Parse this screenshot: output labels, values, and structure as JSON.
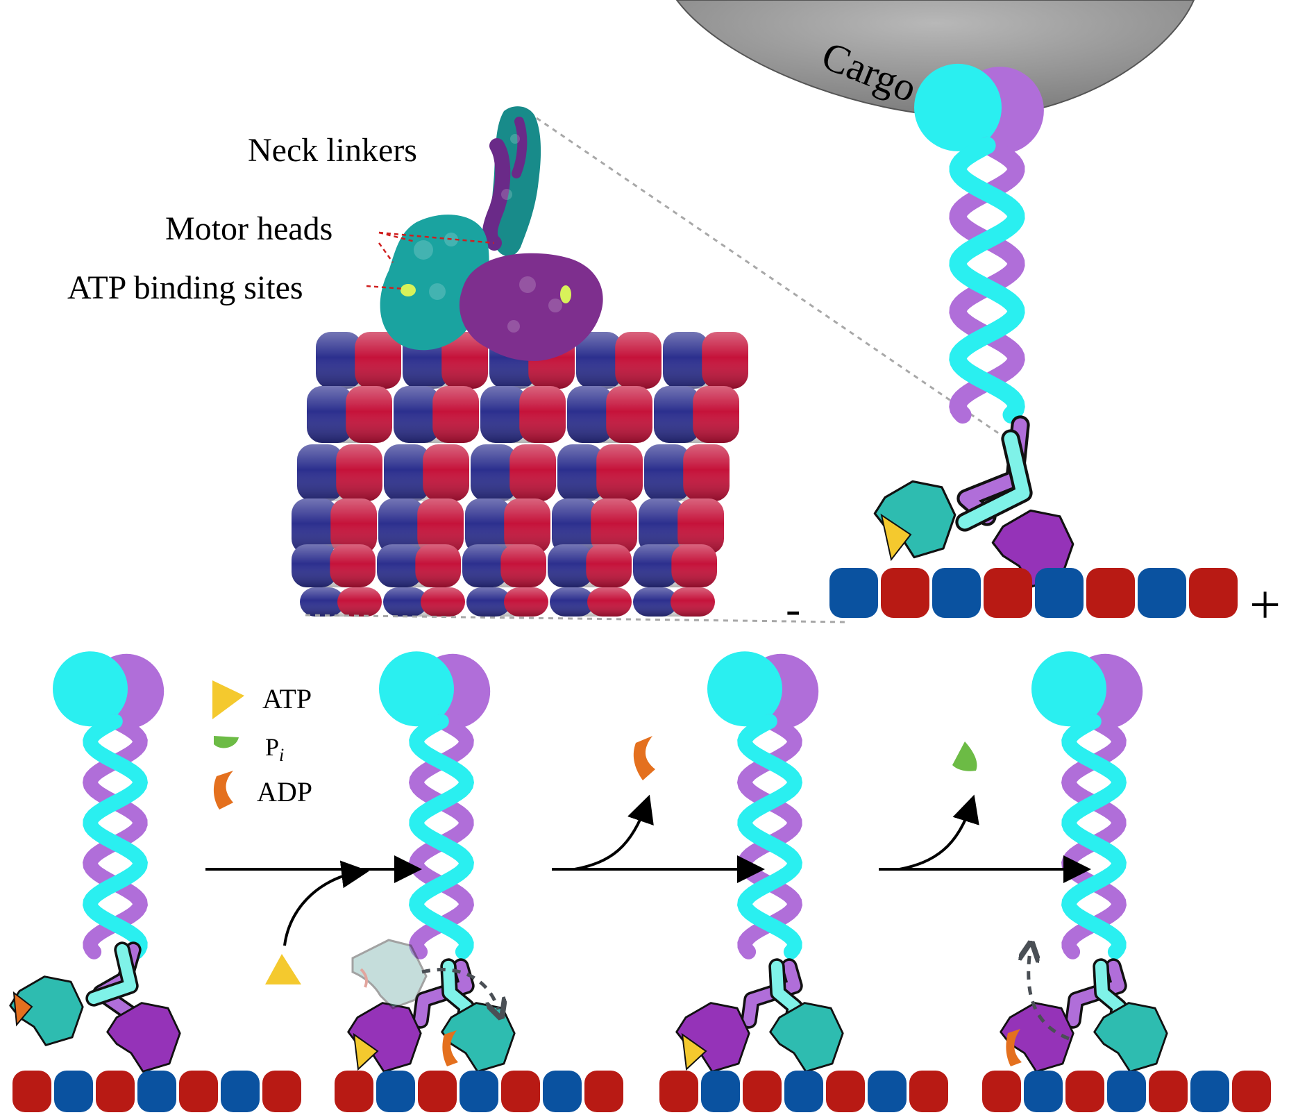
{
  "cargo": {
    "label": "Cargo"
  },
  "structure_labels": {
    "neck_linkers": "Neck linkers",
    "motor_heads": "Motor heads",
    "atp_binding_sites": "ATP binding sites"
  },
  "polarity": {
    "minus": "-",
    "plus": "+"
  },
  "legend": [
    {
      "symbol": "atp",
      "label": "ATP"
    },
    {
      "symbol": "pi",
      "label": "P",
      "subscript": "i"
    },
    {
      "symbol": "adp",
      "label": "ADP"
    }
  ],
  "colors": {
    "chain_a": "#2aeff0",
    "chain_b": "#b06ed9",
    "head_teal": "#2ebcb0",
    "head_purple": "#9533b8",
    "tubulin_blue": "#0a52a0",
    "tubulin_red": "#b81a14",
    "microtubule_blue": "#2c2f8e",
    "microtubule_red": "#c5123a",
    "atp": "#f4c92e",
    "pi": "#6cbb45",
    "adp": "#e4701e",
    "cargo": "#8a8a8a"
  }
}
